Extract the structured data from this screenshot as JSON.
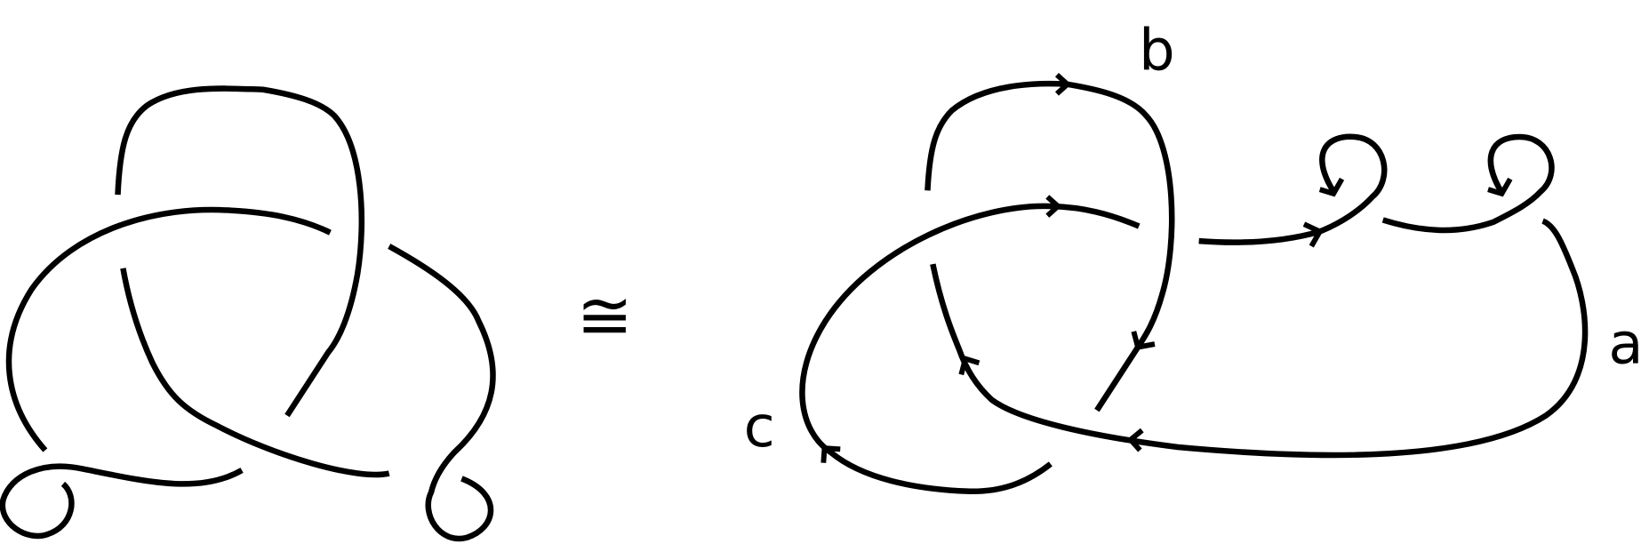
{
  "diagram": {
    "equivalence_symbol": "≅",
    "labels": {
      "a": "a",
      "b": "b",
      "c": "c"
    },
    "stroke_color": "#000000",
    "background": "#ffffff"
  }
}
